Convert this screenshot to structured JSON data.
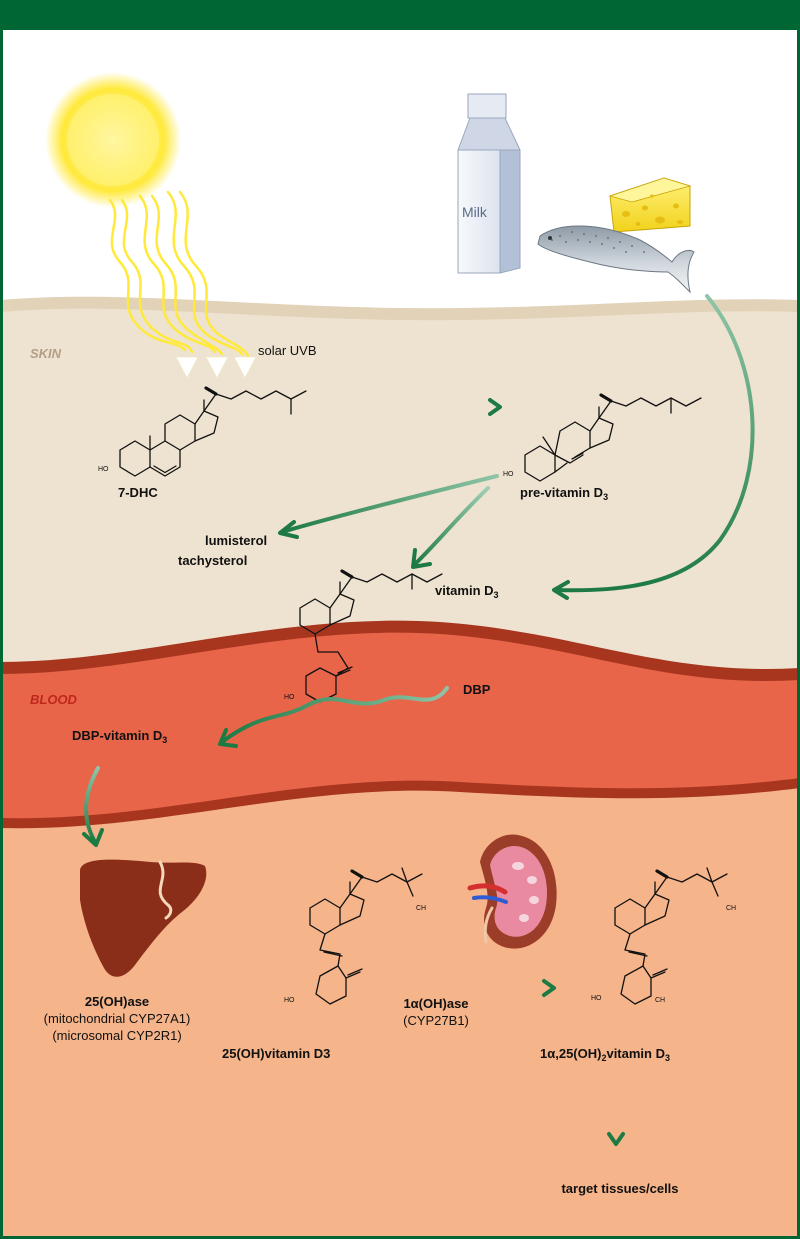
{
  "zones": {
    "skin": "SKIN",
    "blood": "BLOOD"
  },
  "food": {
    "milk": "Milk"
  },
  "labels": {
    "solar_uvb": "solar UVB",
    "dhc": "7-DHC",
    "previtamin": "pre-vitamin D",
    "previtamin_sub": "3",
    "lumisterol": "lumisterol",
    "tachysterol": "tachysterol",
    "vitamin_d3": "vitamin D",
    "vitamin_d3_sub": "3",
    "dbp": "DBP",
    "dbp_vitamin": "DBP-vitamin D",
    "dbp_vitamin_sub": "3",
    "enzyme_25": "25(OH)ase",
    "enzyme_25_mito": "(mitochondrial CYP27A1)",
    "enzyme_25_micro": "(microsomal CYP2R1)",
    "oh_vitamin": "25(OH)vitamin D3",
    "enzyme_1a": "1α(OH)ase",
    "enzyme_1a_cyp": "(CYP27B1)",
    "calcitriol_a": "1α,25(OH)",
    "calcitriol_sub2": "2",
    "calcitriol_b": "vitamin D",
    "calcitriol_sub3": "3",
    "target": "target tissues/cells"
  },
  "atoms": {
    "ho": "HO",
    "ch": "CH"
  },
  "colors": {
    "frame": "#006634",
    "skin": "#eee3d0",
    "skin_edge": "#e0cfb5",
    "blood": "#e8654a",
    "blood_edge": "#a8361f",
    "tissue": "#f5b48a",
    "liver": "#8a2e1a",
    "arrow": "#1d7a43",
    "arrow_light": "#8fc4a8",
    "sun": "#ffe93a"
  }
}
